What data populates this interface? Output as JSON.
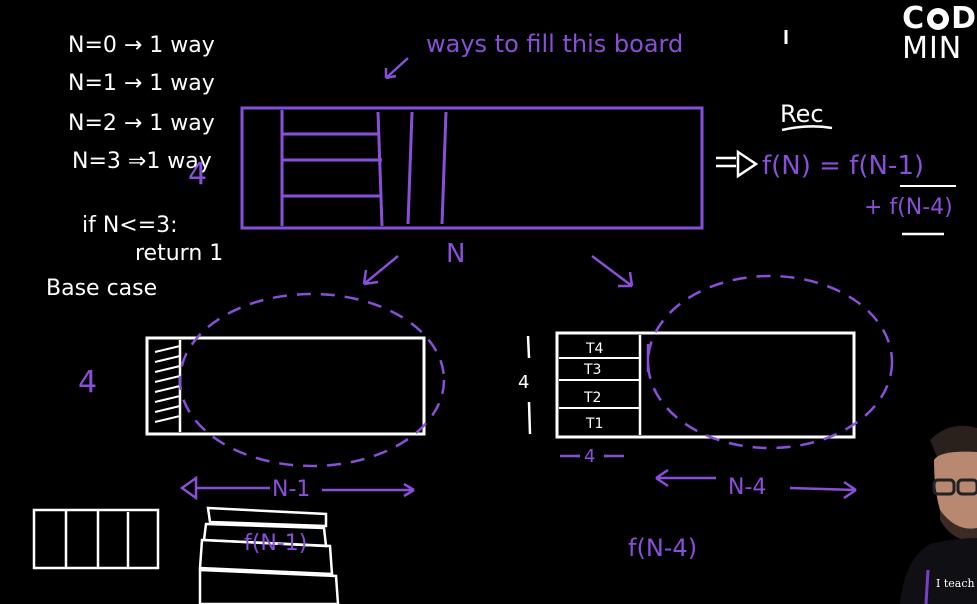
{
  "colors": {
    "chalk": "#ffffff",
    "purple": "#8a4fd8",
    "background": "#000000"
  },
  "base_cases": {
    "n0": "N=0 → 1 way",
    "n1": "N=1 → 1 way",
    "n2": "N=2 → 1 way",
    "n3": "N=3 ⇒1 way",
    "condition": "if N<=3:",
    "return": "return 1",
    "label": "Base case"
  },
  "top_board": {
    "caption": "ways to fill this board",
    "height_label": "4",
    "width_label": "N"
  },
  "recurrence": {
    "title": "Rec",
    "lhs": "f(N) = f(N-1)",
    "rhs": "+ f(N-4)"
  },
  "left_case": {
    "height_label": "4",
    "width_label": "N-1",
    "sub_call": "f(N-1)"
  },
  "right_case": {
    "tiles": [
      "T4",
      "T3",
      "T2",
      "T1"
    ],
    "height_label": "4",
    "width_small_label": "4",
    "width_label": "N-4",
    "sub_call": "f(N-4)"
  },
  "logo": {
    "line1_a": "C",
    "line1_b": "D",
    "line2": "MIN"
  },
  "presenter": {
    "shirt_text": "I teach"
  }
}
